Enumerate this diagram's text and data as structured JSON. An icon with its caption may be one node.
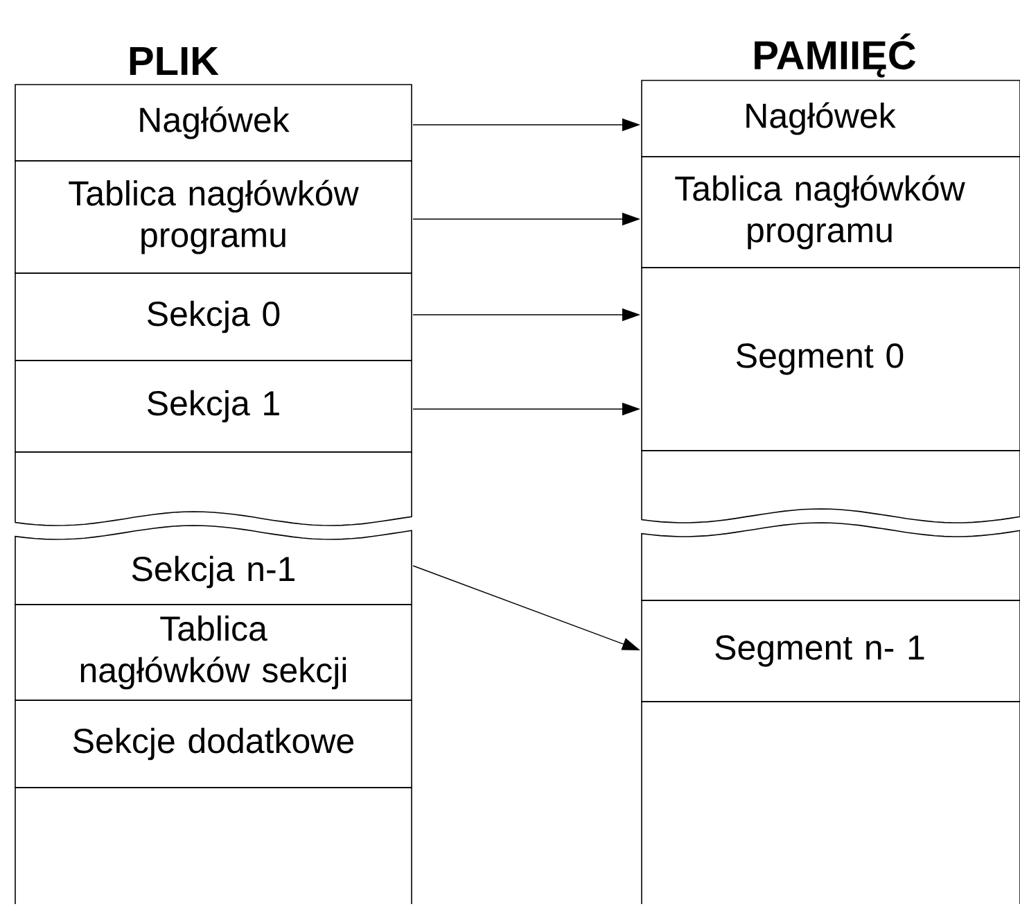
{
  "diagram": {
    "nodes": [
      {
        "text": [
          "Nagłówek"
        ]
      },
      {
        "text": [
          "Tablica nagłówków programu"
        ]
      },
      {
        "text": [
          "Sekcja 0"
        ]
      },
      {
        "text": [
          "Sekcja 1"
        ]
      },
      {
        "text": [],
        "shape": "box"
      },
      {
        "text": [
          "Sekcja n-1"
        ]
      },
      {
        "text": [
          "Tablica nagłówków sekcji"
        ]
      },
      {
        "text": [
          "Sekcje dodatkowe"
        ]
      },
      {
        "text": [],
        "shape": "box"
      },
      {
        "text": [
          "Nagłówek"
        ]
      },
      {
        "text": [
          "Tablica nagłówków programu"
        ]
      },
      {
        "text": [
          "Segment 0"
        ]
      },
      {
        "text": [],
        "shape": "box"
      },
      {
        "text": [],
        "shape": "box"
      },
      {
        "text": [
          "Segment n- 1"
        ]
      },
      {
        "text": [],
        "shape": "box"
      }
    ],
    "edges": [
      {
        "from": 0,
        "to": 9,
        "arrow": "to"
      },
      {
        "from": 1,
        "to": 10,
        "arrow": "to"
      },
      {
        "from": 2,
        "to": 11,
        "arrow": "to"
      },
      {
        "from": 3,
        "to": 11,
        "arrow": "to"
      },
      {
        "from": 5,
        "to": 14,
        "arrow": "to"
      }
    ],
    "labels": [
      "PLIK",
      "PAMIIĘĆ"
    ]
  }
}
